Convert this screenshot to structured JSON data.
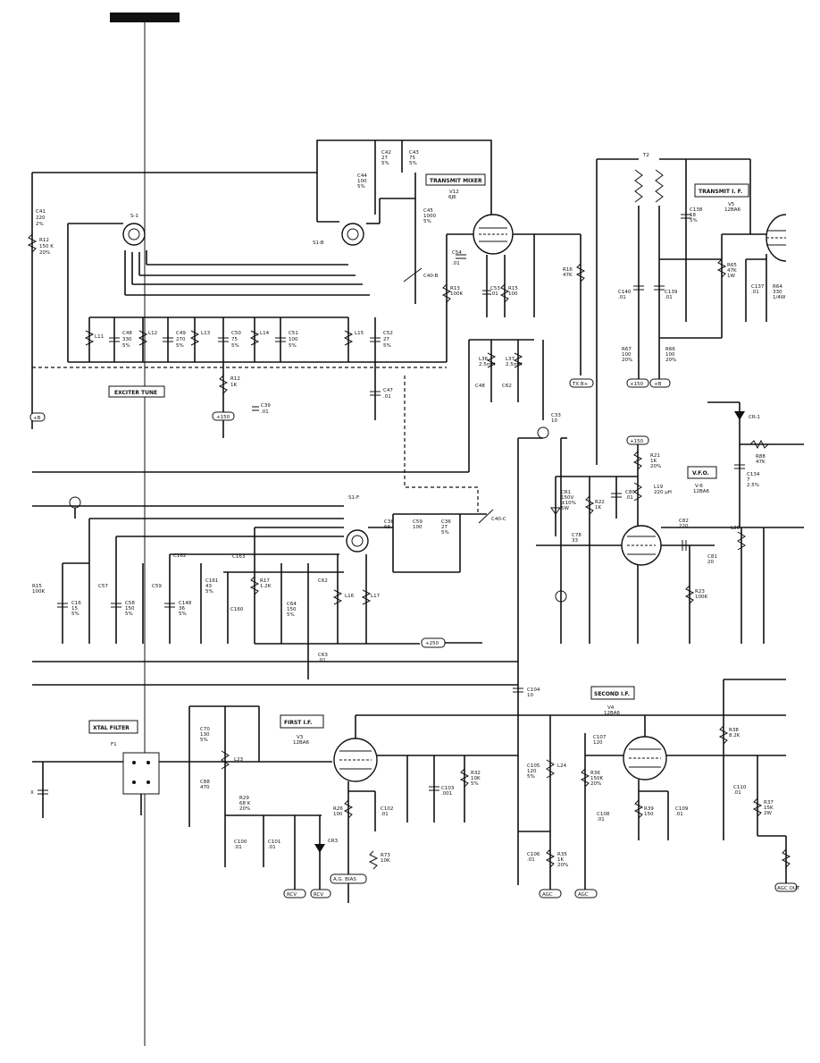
{
  "blocks": {
    "transmit_mixer": "TRANSMIT MIXER",
    "v12": "V12",
    "v12_type": "6J6",
    "transmit_if": "TRANSMIT I. F.",
    "v5": "V5",
    "v5_type": "12BA6",
    "exciter_tune": "EXCITER TUNE",
    "vfo": "V.F.O.",
    "v6": "V-6",
    "v6_type": "12BA6",
    "crystal_filter": "XTAL FILTER",
    "f1": "F1",
    "first_if": "FIRST I.F.",
    "v3": "V3",
    "v3_type": "12BA6",
    "second_if": "SECOND I.F.",
    "v4": "V4",
    "v4_type": "12BA6"
  },
  "switches": {
    "s1": "S-1",
    "s1b": "S1-B",
    "s1f": "S1-F"
  },
  "rails": {
    "plus_b1": "+150",
    "plus_b2": "+150",
    "b_left": "+B",
    "b_right": "+B",
    "tx_b": "TX B+",
    "vfo_b": "+150",
    "rcv_b": "+250",
    "agc": "AGC",
    "agc2": "AGC",
    "rcv_left": "RCV",
    "rcv_mid": "RCV",
    "agc_out": "AGC OUT"
  },
  "components": {
    "c41": [
      "C41",
      "220",
      "2%"
    ],
    "r12": [
      "R12",
      "150 K",
      "20%"
    ],
    "l11": "L11",
    "l12": "L12",
    "l13": "L13",
    "l14": "L14",
    "l15": "L15",
    "c48": [
      "C48",
      "330",
      "5%"
    ],
    "c49": [
      "C49",
      "270",
      "5%"
    ],
    "c50": [
      "C50",
      "75",
      "5%"
    ],
    "c51": [
      "C51",
      "100",
      "5%"
    ],
    "c52": [
      "C52",
      "27",
      "5%"
    ],
    "c42": [
      "C42",
      "27",
      "5%"
    ],
    "c43": [
      "C43",
      "75",
      "5%"
    ],
    "c44": [
      "C44",
      "100",
      "5%"
    ],
    "c45": [
      "C45",
      "1000",
      "5%"
    ],
    "c40b": "C40-B",
    "c53": [
      "C53",
      ".01"
    ],
    "c54": [
      "C54",
      ".01"
    ],
    "r15": [
      "R15",
      "100"
    ],
    "r16": [
      "R16",
      "47K"
    ],
    "r13": [
      "R13",
      "100K"
    ],
    "c47": [
      "C47",
      ".01"
    ],
    "c39": [
      "C39",
      ".01"
    ],
    "r12b": [
      "R12",
      "1K"
    ],
    "l36": [
      "L36",
      "2.5mH"
    ],
    "l37": [
      "L37",
      "2.5mH"
    ],
    "c48b": "C48",
    "c62": "C62",
    "c33": [
      "C33",
      "10"
    ],
    "c138": [
      "C138",
      "18",
      "5%"
    ],
    "c139": [
      "C139",
      ".01"
    ],
    "c140": [
      "C140",
      ".01"
    ],
    "r65": [
      "R65",
      "47K",
      "1W"
    ],
    "c137": [
      "C137",
      ".01"
    ],
    "r64": [
      "R64",
      "330",
      "1/4W"
    ],
    "r67": [
      "R67",
      "100",
      "20%"
    ],
    "r66": [
      "R66",
      "100",
      "20%"
    ],
    "t2": "T2",
    "r21": [
      "R21",
      "1K",
      "20%"
    ],
    "l19": [
      "L19",
      "220 µH"
    ],
    "cr1": [
      "CR1",
      "150V",
      "±10%",
      "5W"
    ],
    "r22": [
      "R22",
      "1K"
    ],
    "c80": [
      "C80",
      ".01"
    ],
    "c78": [
      "C78",
      "33"
    ],
    "c82": [
      "C82",
      "220"
    ],
    "c81": [
      "C81",
      "20"
    ],
    "r23": [
      "R23",
      "100K"
    ],
    "l20": "L20",
    "r88": [
      "R88",
      "47K"
    ],
    "c134": [
      "C134",
      "7",
      "2.5%"
    ],
    "cr2": "CR-1",
    "c38": [
      "C38",
      "68"
    ],
    "c59": [
      "C59",
      "100"
    ],
    "c36": [
      "C36",
      "27",
      "5%"
    ],
    "c40c": "C40-C",
    "r15b": [
      "R15",
      "100K"
    ],
    "c16": [
      "C16",
      "15",
      "5%"
    ],
    "c57": "C57",
    "c58": [
      "C58",
      "150",
      "5%"
    ],
    "c59b": "C59",
    "c148": [
      "C148",
      "36",
      "5%"
    ],
    "c162": "C162",
    "c161": [
      "C161",
      "43",
      "5%"
    ],
    "c160": "C160",
    "c163": "C163",
    "r17": [
      "R17",
      "1.2K"
    ],
    "c64": [
      "C64",
      "150",
      "5%"
    ],
    "c62b": "C62",
    "c63": [
      "C63",
      ".01"
    ],
    "l16": "L16",
    "l17": "L17",
    "c104": [
      "C104",
      "10"
    ],
    "c70": [
      "C70",
      "130",
      "5%"
    ],
    "c88": [
      "C88",
      "470"
    ],
    "l23": "L23",
    "r29": [
      "R29",
      "68 K",
      "20%"
    ],
    "c100": [
      "C100",
      ".01"
    ],
    "c101": [
      "C101",
      ".01"
    ],
    "cr3": "CR3",
    "r26": [
      "R26",
      "100"
    ],
    "c102": [
      "C102",
      ".01"
    ],
    "r73": [
      "R73",
      "10K"
    ],
    "c103": [
      "C103",
      ".001"
    ],
    "r32": [
      "R32",
      "10K",
      "5%"
    ],
    "c105": [
      "C105",
      "120",
      "5%"
    ],
    "l24": "L24",
    "c106": [
      "C106",
      ".01"
    ],
    "r35": [
      "R35",
      "1K",
      "20%"
    ],
    "c107": [
      "C107",
      "120"
    ],
    "r36": [
      "R36",
      "150K",
      "20%"
    ],
    "c108": [
      "C108",
      ".01"
    ],
    "r39": [
      "R39",
      "150"
    ],
    "c109": [
      "C109",
      ".01"
    ],
    "r38": [
      "R38",
      "8.2K"
    ],
    "c110": [
      "C110",
      ".01"
    ],
    "r37": [
      "R37",
      "15K",
      "2W"
    ]
  },
  "misc": {
    "agc_label": "A.G. BIAS",
    "x_mark": "X"
  }
}
